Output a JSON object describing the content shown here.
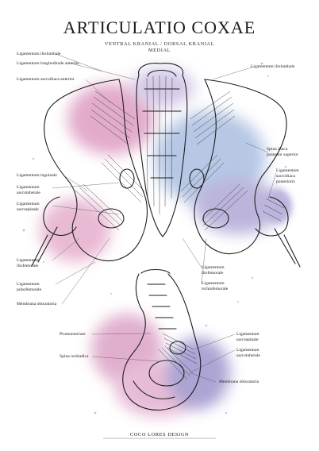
{
  "header": {
    "title": "ARTICULATIO COXAE",
    "subtitle": "VENTRAL KRANIAL  /  DORSAL KRANIAL",
    "subtitle2": "MEDIAL"
  },
  "labels": {
    "lig_iliolumbale_left": "Ligamentum iliolumbale",
    "lig_longitudinale_anterius": "Ligamentum longitudinale anterius",
    "lig_sacroiliaca_anterior": "Ligamentum sacroiliaca anterior",
    "lig_iliolumbale_right": "Ligamentum iliolumbale",
    "spina_iliaca_posterior_superior_1": "Spina iliaca",
    "spina_iliaca_posterior_superior_2": "posterior superior",
    "lig_sacroiliaca_posterior_1": "Ligamentum",
    "lig_sacroiliaca_posterior_2": "sacroiliaca",
    "lig_sacroiliaca_posterior_3": "posterioris",
    "lig_inguinale": "Ligamentum inguinale",
    "lig_sacrotuberale_1": "Ligamentum",
    "lig_sacrotuberale_2": "sacrotuberale",
    "lig_sacrospinale_1": "Ligamentum",
    "lig_sacrospinale_2": "sacrospinale",
    "lig_iliofemorale_left_1": "Ligamentum",
    "lig_iliofemorale_left_2": "iliofemorale",
    "lig_pubofemorale_1": "Ligamentum",
    "lig_pubofemorale_2": "pubofemorale",
    "membrana_obturatoria_left": "Membrana obturatoria",
    "lig_iliofemorale_mid_1": "Ligamentum",
    "lig_iliofemorale_mid_2": "iliofemorale",
    "lig_ischiofemorale_1": "Ligamentum",
    "lig_ischiofemorale_2": "ischiofemorale",
    "promontorium": "Promontorium",
    "spina_ischiadica": "Spina ischiadica",
    "lig_sacrospinale_lower_1": "Ligamentum",
    "lig_sacrospinale_lower_2": "sacrospinale",
    "lig_sacrotuberale_lower_1": "Ligamentum",
    "lig_sacrotuberale_lower_2": "sacrotuberale",
    "membrana_obturatoria_right": "Membrana obturatoria"
  },
  "footer": {
    "credit": "COCO LORES DESIGN"
  },
  "colors": {
    "watercolor_pink": "#d98fb8",
    "watercolor_purple": "#8f86c6",
    "watercolor_blue": "#9fb5dc",
    "line": "#1e1e1e"
  }
}
